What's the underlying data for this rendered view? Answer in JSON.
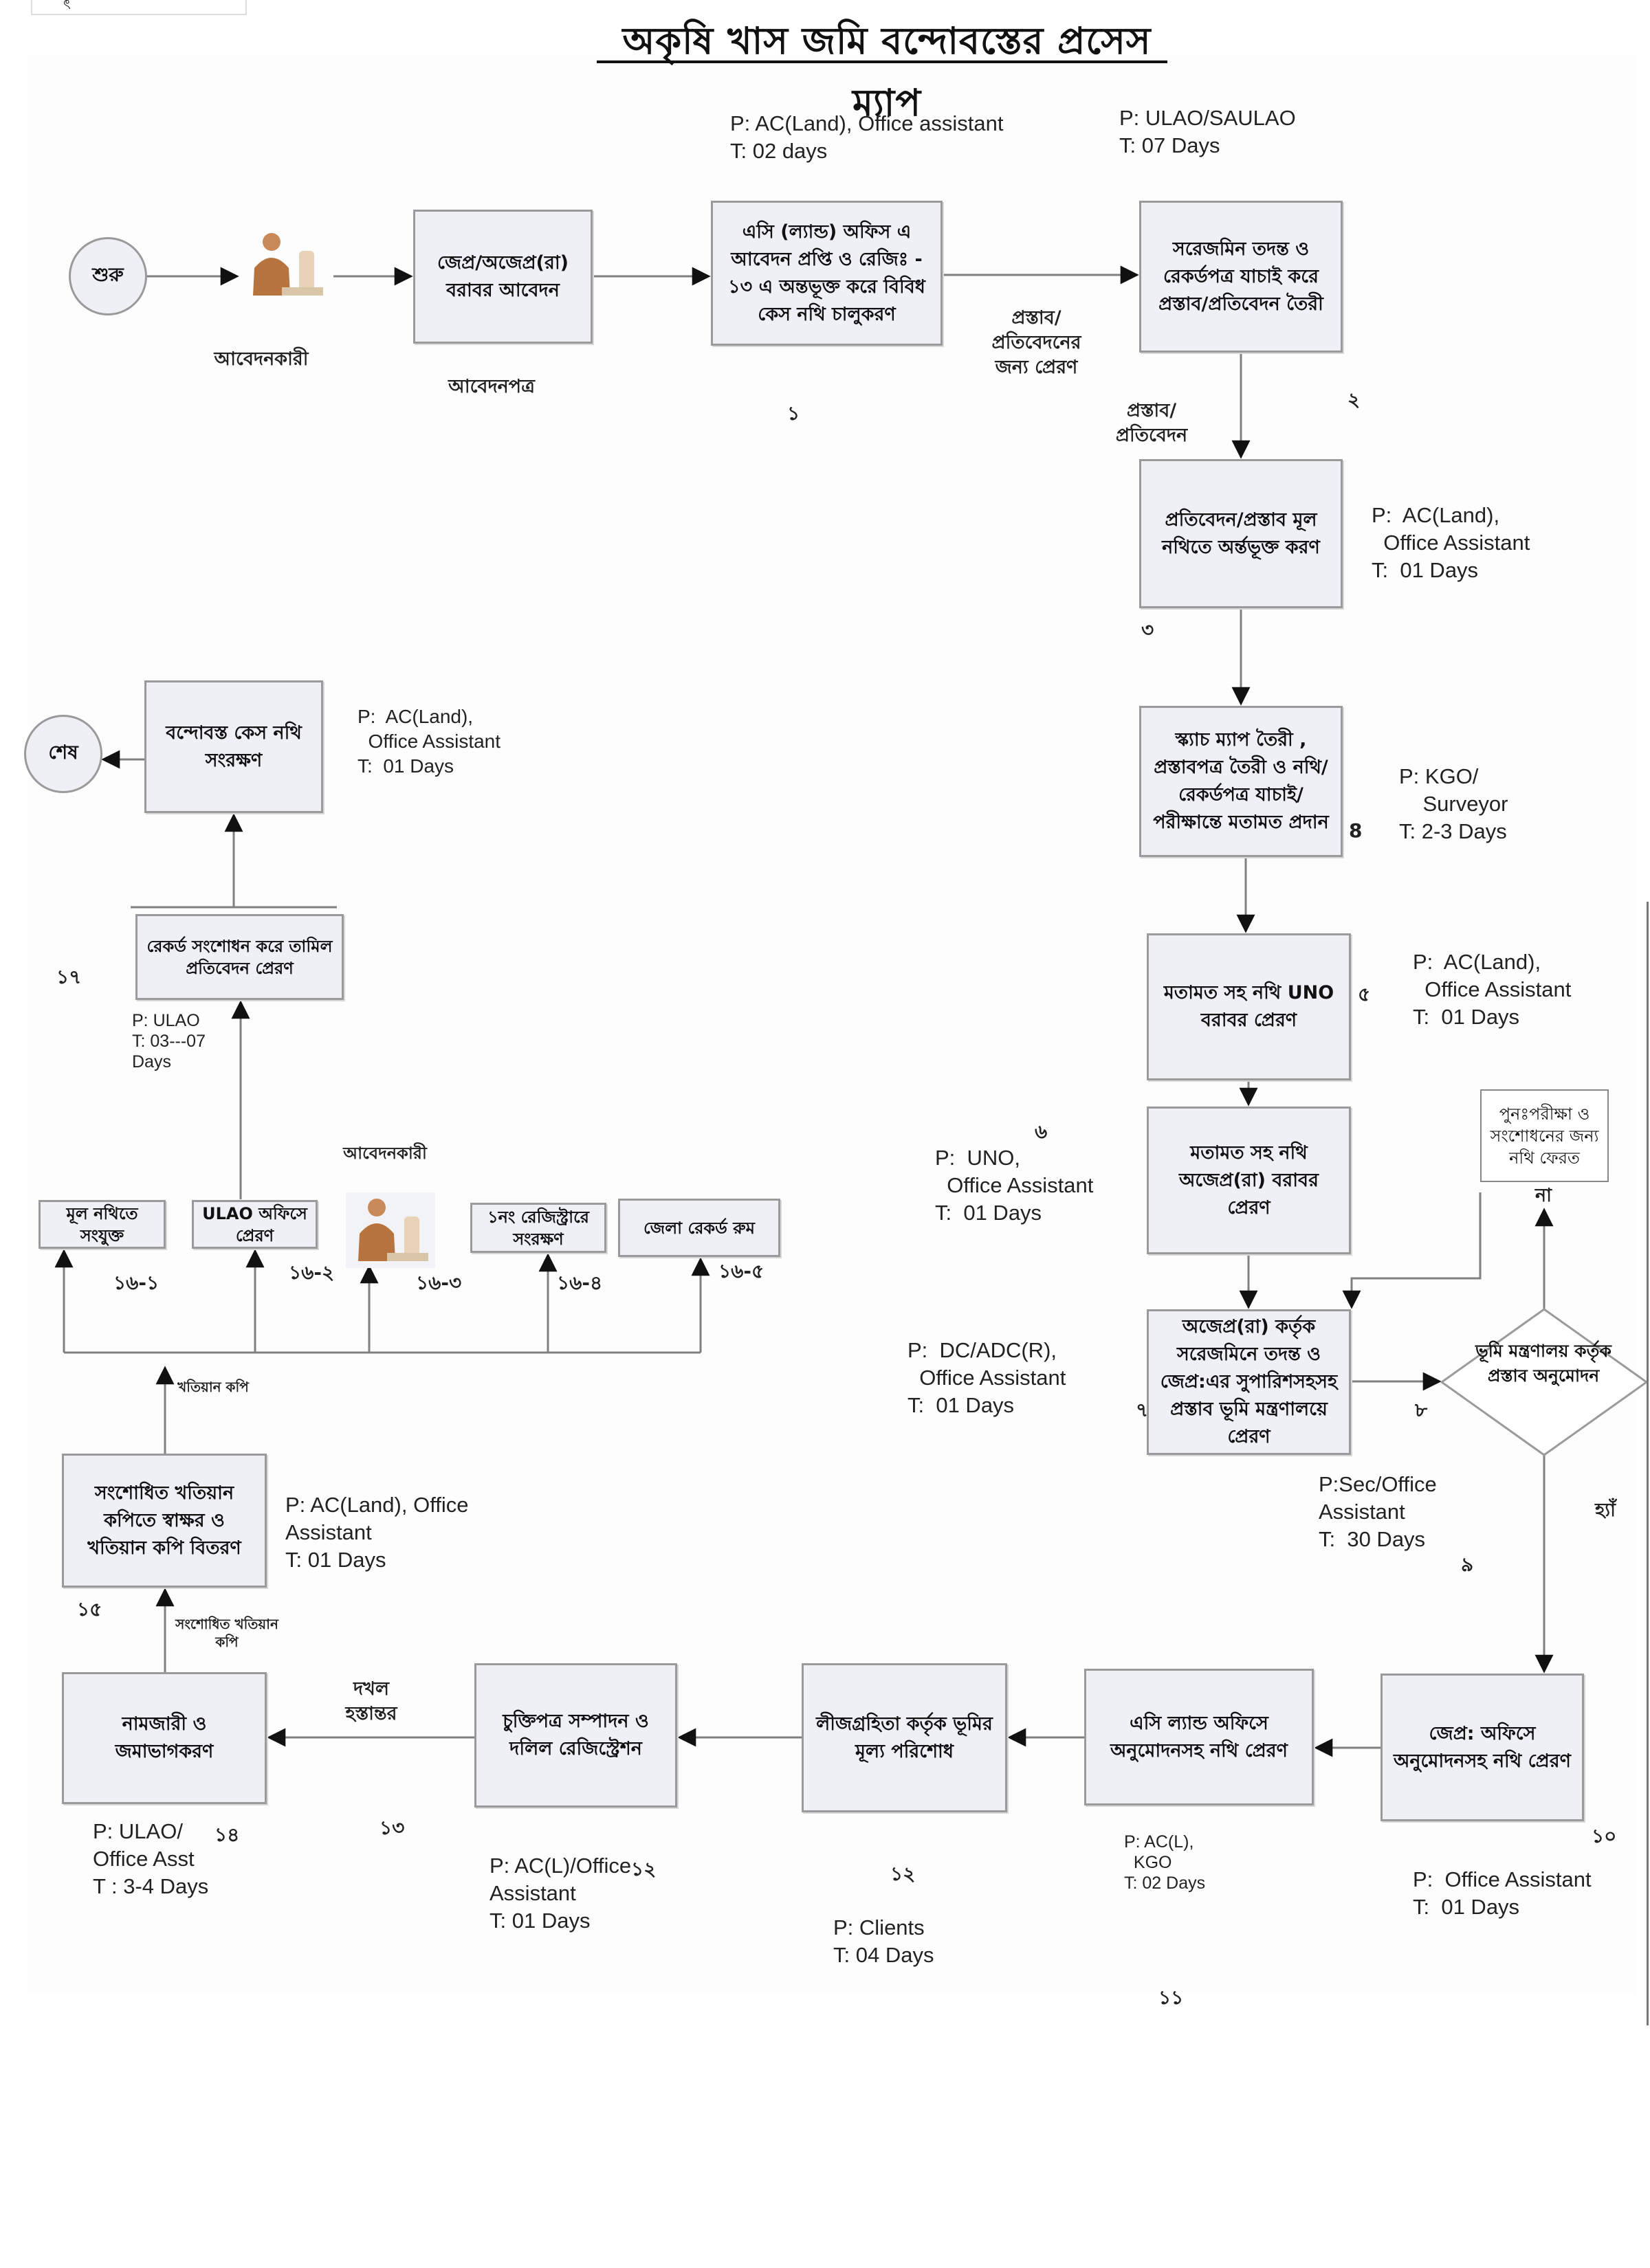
{
  "title": "অকৃষি খাস জমি বন্দোবস্তের প্রসেস ম্যাপ",
  "corner_mark": "ৎ",
  "start": {
    "label": "শুরু"
  },
  "end": {
    "label": "শেষ"
  },
  "applicant": {
    "label": "আবেদনকারী",
    "icon": "person-at-desk-icon"
  },
  "application_doc_label": "আবেদনপত্র",
  "steps": {
    "a": {
      "text": "জেপ্র/অজেপ্র(রা) বরাবর আবেদন"
    },
    "s1": {
      "text": "এসি (ল্যান্ড) অফিস এ আবেদন প্রপ্তি ও রেজিঃ - ১৩ এ অন্তভূক্ত করে বিবিধ কেস নথি চালুকরণ",
      "num": "১",
      "info": "P: AC(Land), Office assistant\nT: 02 days"
    },
    "s2": {
      "text": "সরেজমিন তদন্ত ও রেকর্ডপত্র যাচাই করে প্রস্তাব/প্রতিবেদন তৈরী",
      "num": "২",
      "info": "P: ULAO/SAULAO\nT: 07 Days"
    },
    "s3": {
      "text": "প্রতিবেদন/প্রস্তাব মূল নথিতে অর্ন্তভূক্ত করণ",
      "num": "৩",
      "info": "P:  AC(Land),\n  Office Assistant\nT:  01 Days"
    },
    "s4": {
      "text": "স্ক্যাচ ম্যাপ তৈরী , প্রস্তাবপত্র তৈরী ও নথি/ রেকর্ডপত্র যাচাই/ পরীক্ষান্তে মতামত প্রদান",
      "num": "8",
      "info": "P: KGO/\n    Surveyor\nT: 2-3 Days"
    },
    "s5": {
      "text": "মতামত সহ নথি UNO বরাবর প্রেরণ",
      "num": "৫",
      "info": "P:  AC(Land),\n  Office Assistant\nT:  01 Days"
    },
    "s6": {
      "text": "মতামত সহ নথি অজেপ্র(রা) বরাবর প্রেরণ",
      "num": "৬",
      "info": "P:  UNO,\n  Office Assistant\nT:  01 Days"
    },
    "s7": {
      "text": "অজেপ্র(রা) কর্তৃক সরেজমিনে তদন্ত ও জেপ্র:এর সুপারিশসহসহ প্রস্তাব ভূমি মন্ত্রণালয়ে প্রেরণ",
      "num": "৭",
      "info": "P:  DC/ADC(R),\n  Office Assistant\nT:  01 Days"
    },
    "s8": {
      "text": "ভূমি মন্ত্রণালয় কর্তৃক প্রস্তাব অনুমোদন",
      "num": "৮"
    },
    "s9": {
      "num": "৯",
      "info": "P:Sec/Office\nAssistant\nT:  30 Days"
    },
    "revision": {
      "text": "পুনঃপরীক্ষা ও সংশোধনের জন্য নথি ফেরত"
    },
    "s10": {
      "text": "জেপ্র: অফিসে অনুমোদনসহ নথি প্রেরণ",
      "num": "১০",
      "info": "P:  Office Assistant\nT:  01 Days"
    },
    "s11": {
      "text": "এসি ল্যান্ড অফিসে অনুমোদনসহ নথি প্রেরণ",
      "num": "১১",
      "info": "P: AC(L),\n  KGO\nT: 02 Days"
    },
    "s12": {
      "text": "লীজগ্রহিতা কর্তৃক ভূমির মূল্য পরিশোধ",
      "num": "১২",
      "info": "P: Clients\nT: 04 Days"
    },
    "s13": {
      "text": "চুক্তিপত্র সম্পাদন ও দলিল রেজিস্ট্রেশন",
      "num": "১৩",
      "num_inline": "১২",
      "info": "P: AC(L)/Office\nAssistant\nT: 01 Days"
    },
    "s14": {
      "text": "নামজারী ও জমাভাগকরণ",
      "num": "১৪",
      "info": "P: ULAO/\nOffice Asst\nT : 3-4 Days"
    },
    "s15": {
      "text": "সংশোধিত খতিয়ান কপিতে স্বাক্ষর ও খতিয়ান কপি বিতরণ",
      "num": "১৫",
      "info": "P: AC(Land), Office\nAssistant\nT: 01 Days"
    },
    "s16": [
      {
        "text": "মূল নথিতে সংযুক্ত",
        "num": "১৬-১"
      },
      {
        "text": "ULAO অফিসে প্রেরণ",
        "num": "১৬-২"
      },
      {
        "text": "আবেদনকারী",
        "num": "১৬-৩",
        "icon": "person-at-desk-icon"
      },
      {
        "text": "১নং রেজিস্ট্রারে সংরক্ষণ",
        "num": "১৬-৪"
      },
      {
        "text": "জেলা রেকর্ড রুম",
        "num": "১৬-৫"
      }
    ],
    "s17": {
      "text": "রেকর্ড সংশোধন করে তামিল প্রতিবেদন প্রেরণ",
      "num": "১৭",
      "info": "P: ULAO\nT: 03---07\nDays"
    },
    "final": {
      "text": "বন্দোবস্ত  কেস নথি সংরক্ষণ",
      "info": "P:  AC(Land),\n  Office Assistant\nT:  01 Days"
    }
  },
  "edge_labels": {
    "proposal_send": "প্রস্তাব/ প্রতিবেদনের জন্য প্রেরণ",
    "proposal_report": "প্রস্তাব/ প্রতিবেদন",
    "no": "না",
    "yes": "হ্যাঁ",
    "possession": "দখল হস্তান্তর",
    "corrected_khatian": "সংশোধিত খতিয়ান কপি",
    "khatian_copy": "খতিয়ান কপি"
  },
  "colors": {
    "box_fill": "#eef0f6",
    "box_border": "#9a9a9a",
    "line": "#777777"
  }
}
